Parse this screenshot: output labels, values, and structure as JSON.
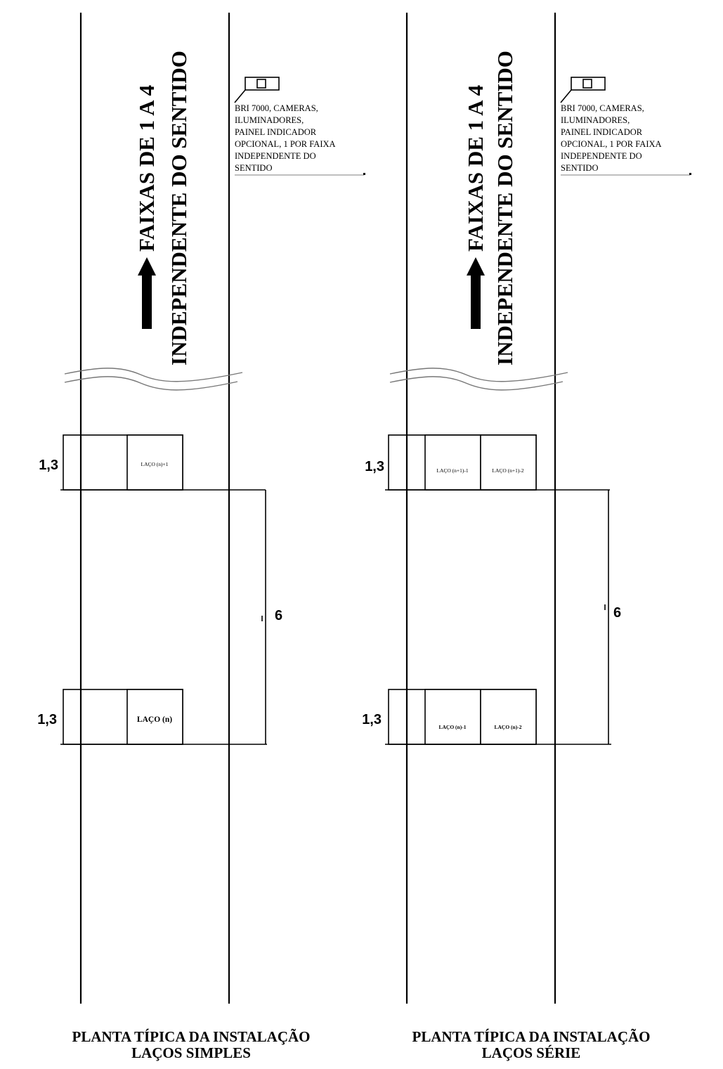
{
  "panels": [
    {
      "id": "simples",
      "road_direction_text_1": "FAIXAS DE 1 A 4",
      "road_direction_text_2": "INDEPENDENTE DO SENTIDO",
      "equipment_note": [
        "BRI 7000, CAMERAS,",
        "ILUMINADORES,",
        "PAINEL INDICADOR",
        "OPCIONAL, 1 POR FAIXA",
        "INDEPENDENTE DO",
        "SENTIDO"
      ],
      "loop_length_top": "1,3",
      "loop_length_bottom": "1,3",
      "loop_spacing": "6",
      "loops_top": [
        "LAÇO (n)+1"
      ],
      "loops_bottom": [
        "LAÇO (n)"
      ],
      "title_1": "PLANTA TÍPICA DA INSTALAÇÃO",
      "title_2": "LAÇOS SIMPLES"
    },
    {
      "id": "serie",
      "road_direction_text_1": "FAIXAS DE 1 A 4",
      "road_direction_text_2": "INDEPENDENTE DO SENTIDO",
      "equipment_note": [
        "BRI 7000, CAMERAS,",
        "ILUMINADORES,",
        "PAINEL INDICADOR",
        "OPCIONAL, 1 POR FAIXA",
        "INDEPENDENTE DO",
        "SENTIDO"
      ],
      "loop_length_top": "1,3",
      "loop_length_bottom": "1,3",
      "loop_spacing": "6",
      "loops_top": [
        "LAÇO (n+1)-1",
        "LAÇO (n+1)-2"
      ],
      "loops_bottom": [
        "LAÇO (n)-1",
        "LAÇO (n)-2"
      ],
      "title_1": "PLANTA TÍPICA DA INSTALAÇÃO",
      "title_2": "LAÇOS SÉRIE"
    }
  ]
}
